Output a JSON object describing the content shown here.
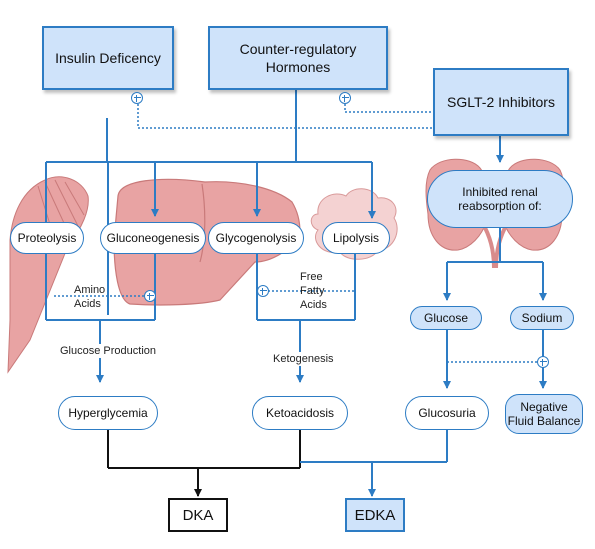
{
  "top": {
    "insulin": "Insulin Deficency",
    "counter_line1": "Counter-regulatory",
    "counter_line2": "Hormones",
    "sglt2": "SGLT-2 Inhibitors"
  },
  "processes": {
    "proteolysis": "Proteolysis",
    "gluconeogenesis": "Gluconeogenesis",
    "glycogenolysis": "Glycogenolysis",
    "lipolysis": "Lipolysis",
    "renal_line1": "Inhibited renal",
    "renal_line2": "reabsorption of:"
  },
  "labels": {
    "amino_line1": "Amino",
    "amino_line2": "Acids",
    "ffa_line1": "Free",
    "ffa_line2": "Fatty",
    "ffa_line3": "Acids",
    "glucose_production": "Glucose Production",
    "ketogenesis": "Ketogenesis"
  },
  "renal_items": {
    "glucose": "Glucose",
    "sodium": "Sodium"
  },
  "outcomes": {
    "hyperglycemia": "Hyperglycemia",
    "ketoacidosis": "Ketoacidosis",
    "glucosuria": "Glucosuria",
    "fluid_line1": "Negative",
    "fluid_line2": "Fluid Balance"
  },
  "final": {
    "dka": "DKA",
    "edka": "EDKA"
  },
  "colors": {
    "accent": "#2d7cc4",
    "box_fill": "#cfe3fa",
    "organ": "#e8a3a3",
    "organ_dark": "#c97a7a"
  }
}
